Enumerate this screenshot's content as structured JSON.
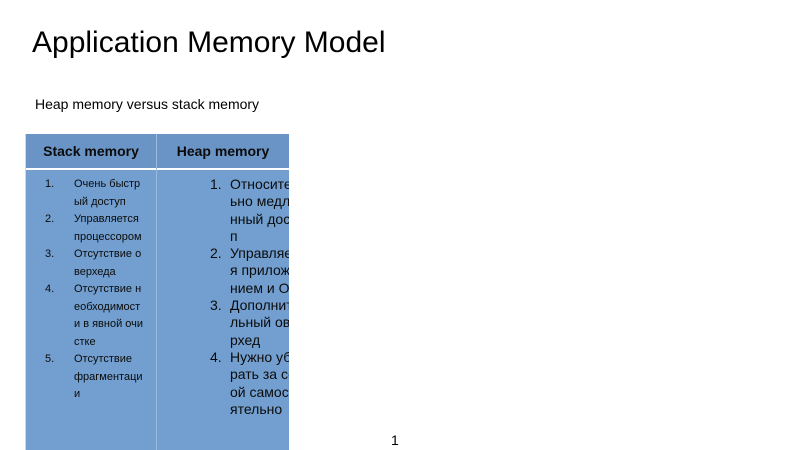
{
  "slide": {
    "title": "Application Memory Model",
    "subtitle": "Heap memory versus stack memory",
    "page_number": "1"
  },
  "table": {
    "headers": {
      "stack": "Stack memory",
      "heap": "Heap memory"
    },
    "stack_items": [
      {
        "num": "1.",
        "text": "Очень быстрый доступ"
      },
      {
        "num": "2.",
        "text": "Управляется процессором"
      },
      {
        "num": "3.",
        "text": "Отсутствие оверхеда"
      },
      {
        "num": "4.",
        "text": "Отсутствие необходимости в явной очистке"
      },
      {
        "num": "5.",
        "text": "Отсутствие фрагментации"
      }
    ],
    "heap_items": [
      {
        "num": "1.",
        "text": "Относительно медленный доступ"
      },
      {
        "num": "2.",
        "text": "Управляется приложением и ОС"
      },
      {
        "num": "3.",
        "text": "Дополнительный оверхед"
      },
      {
        "num": "4.",
        "text": "Нужно убирать за собой самостоятельно"
      }
    ]
  },
  "colors": {
    "table_body": "#729fcf",
    "table_header": "#6a94c6",
    "header_separator": "#ffffff"
  }
}
